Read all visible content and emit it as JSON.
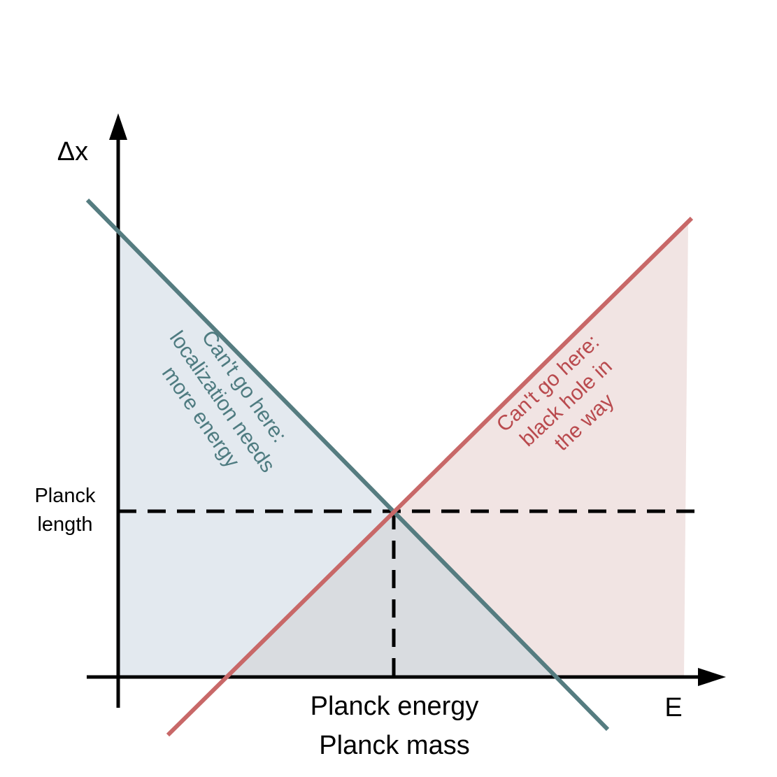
{
  "axes": {
    "y_label": "Δx",
    "x_label": "E"
  },
  "planck_length": {
    "line1": "Planck",
    "line2": "length"
  },
  "planck_energy": {
    "line1": "Planck energy",
    "line2": "Planck mass"
  },
  "left_region": {
    "line1": "Can't go here:",
    "line2": "localization needs",
    "line3": "more energy",
    "color": "#4e7b80",
    "fill": "#e3e9ef"
  },
  "right_region": {
    "line1": "Can't go here:",
    "line2": "black hole in",
    "line3": "the way",
    "color": "#b94a4e",
    "fill": "#f1e4e3"
  },
  "overlap_fill": "#d9dce0",
  "colors": {
    "left_line": "#557c80",
    "right_line": "#c86868",
    "axis": "#000000"
  }
}
